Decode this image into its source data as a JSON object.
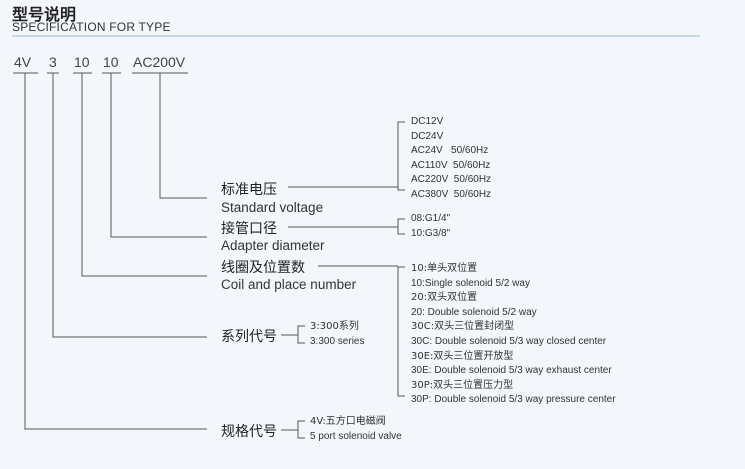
{
  "header": {
    "title_cn": "型号说明",
    "title_en": "SPECIFICATION FOR TYPE",
    "rule_color": "#9fb6cc"
  },
  "codes": [
    "4V",
    "3",
    "10",
    "10",
    "AC200V"
  ],
  "groups": {
    "voltage": {
      "label_cn": "标准电压",
      "label_en": "Standard voltage",
      "options": [
        "DC12V",
        "DC24V",
        "AC24V   50/60Hz",
        "AC110V  50/60Hz",
        "AC220V  50/60Hz",
        "AC380V  50/60Hz"
      ]
    },
    "adapter": {
      "label_cn": "接管口径",
      "label_en": "Adapter diameter",
      "options": [
        "08:G1/4\"",
        "10:G3/8\""
      ]
    },
    "coil": {
      "label_cn": "线圈及位置数",
      "label_en": "Coil and place number",
      "options": [
        "10:单头双位置",
        "10:Single solenoid 5/2 way",
        "20:双头双位置",
        "20: Double solenoid 5/2 way",
        "30C:双头三位置封闭型",
        "30C: Double solenoid 5/3 way closed center",
        "30E:双头三位置开放型",
        "30E: Double solenoid 5/3 way exhaust center",
        "30P:双头三位置压力型",
        "30P: Double solenoid 5/3 way pressure center"
      ]
    },
    "series": {
      "label_cn": "系列代号",
      "options": [
        "3:300系列",
        "3:300 series"
      ]
    },
    "spec": {
      "label_cn": "规格代号",
      "options": [
        "4V:五方口电磁阀",
        "5 port solenoid valve"
      ]
    }
  }
}
